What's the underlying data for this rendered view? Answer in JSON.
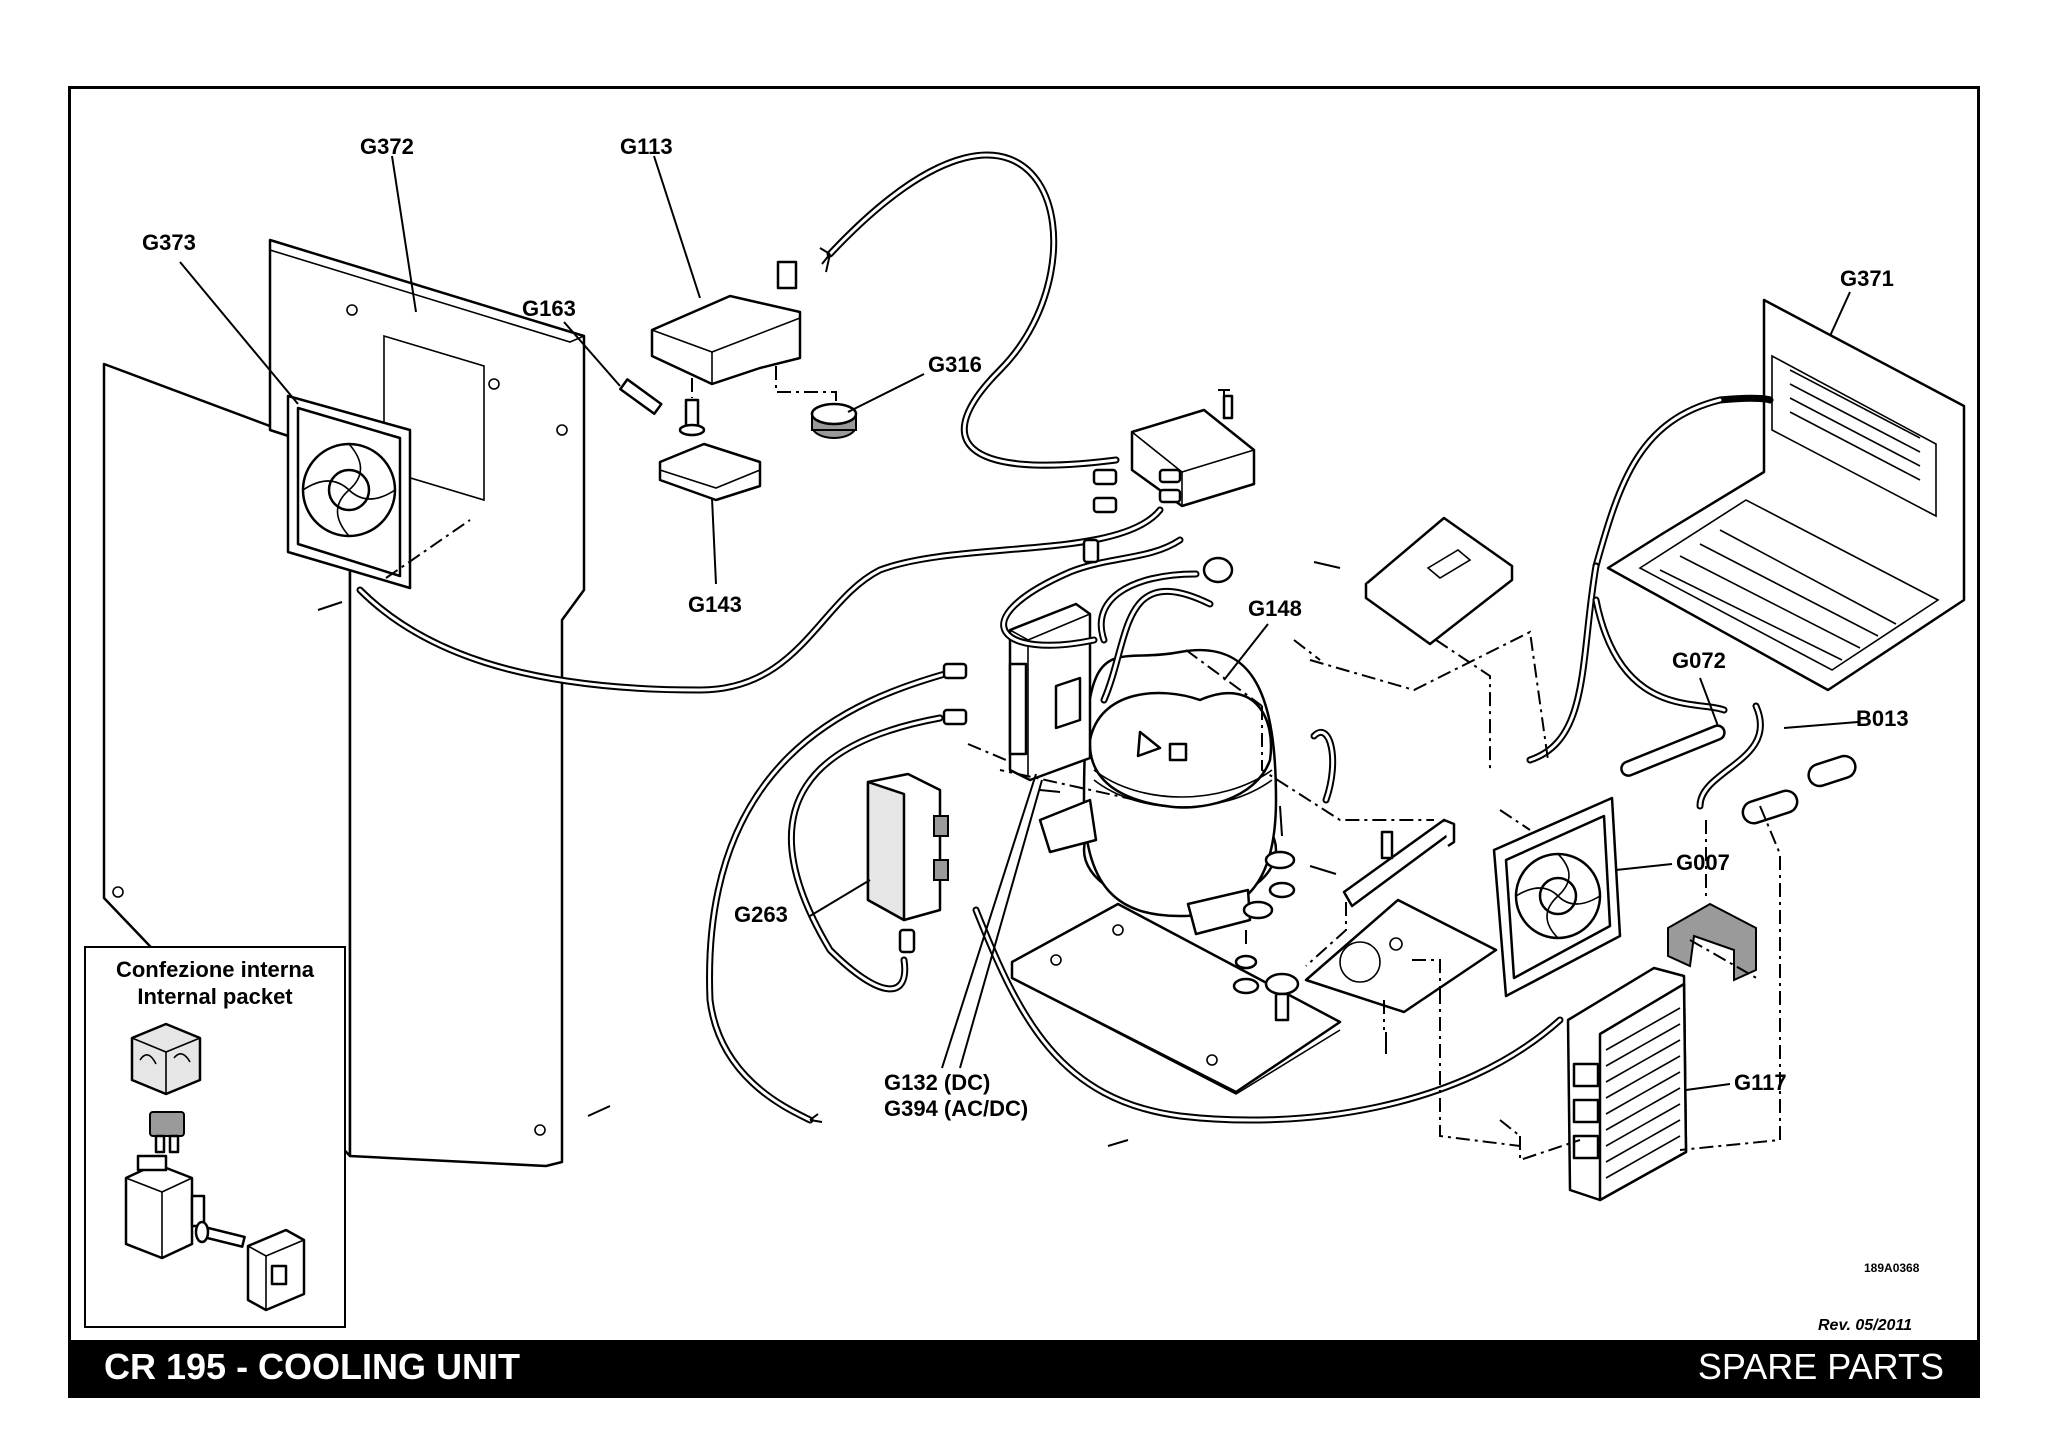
{
  "labels": {
    "g372": "G372",
    "g113": "G113",
    "g373": "G373",
    "g163": "G163",
    "g316": "G316",
    "g143": "G143",
    "g371": "G371",
    "g148": "G148",
    "g072": "G072",
    "b013": "B013",
    "g007": "G007",
    "g263": "G263",
    "g117": "G117",
    "g132": "G132 (DC)",
    "g394": "G394 (AC/DC)"
  },
  "inset": {
    "title_it": "Confezione interna",
    "title_en": "Internal packet"
  },
  "drawing_code": "189A0368",
  "revision": "Rev. 05/2011",
  "footer": {
    "title": "CR 195 - COOLING UNIT",
    "section": "SPARE PARTS"
  }
}
